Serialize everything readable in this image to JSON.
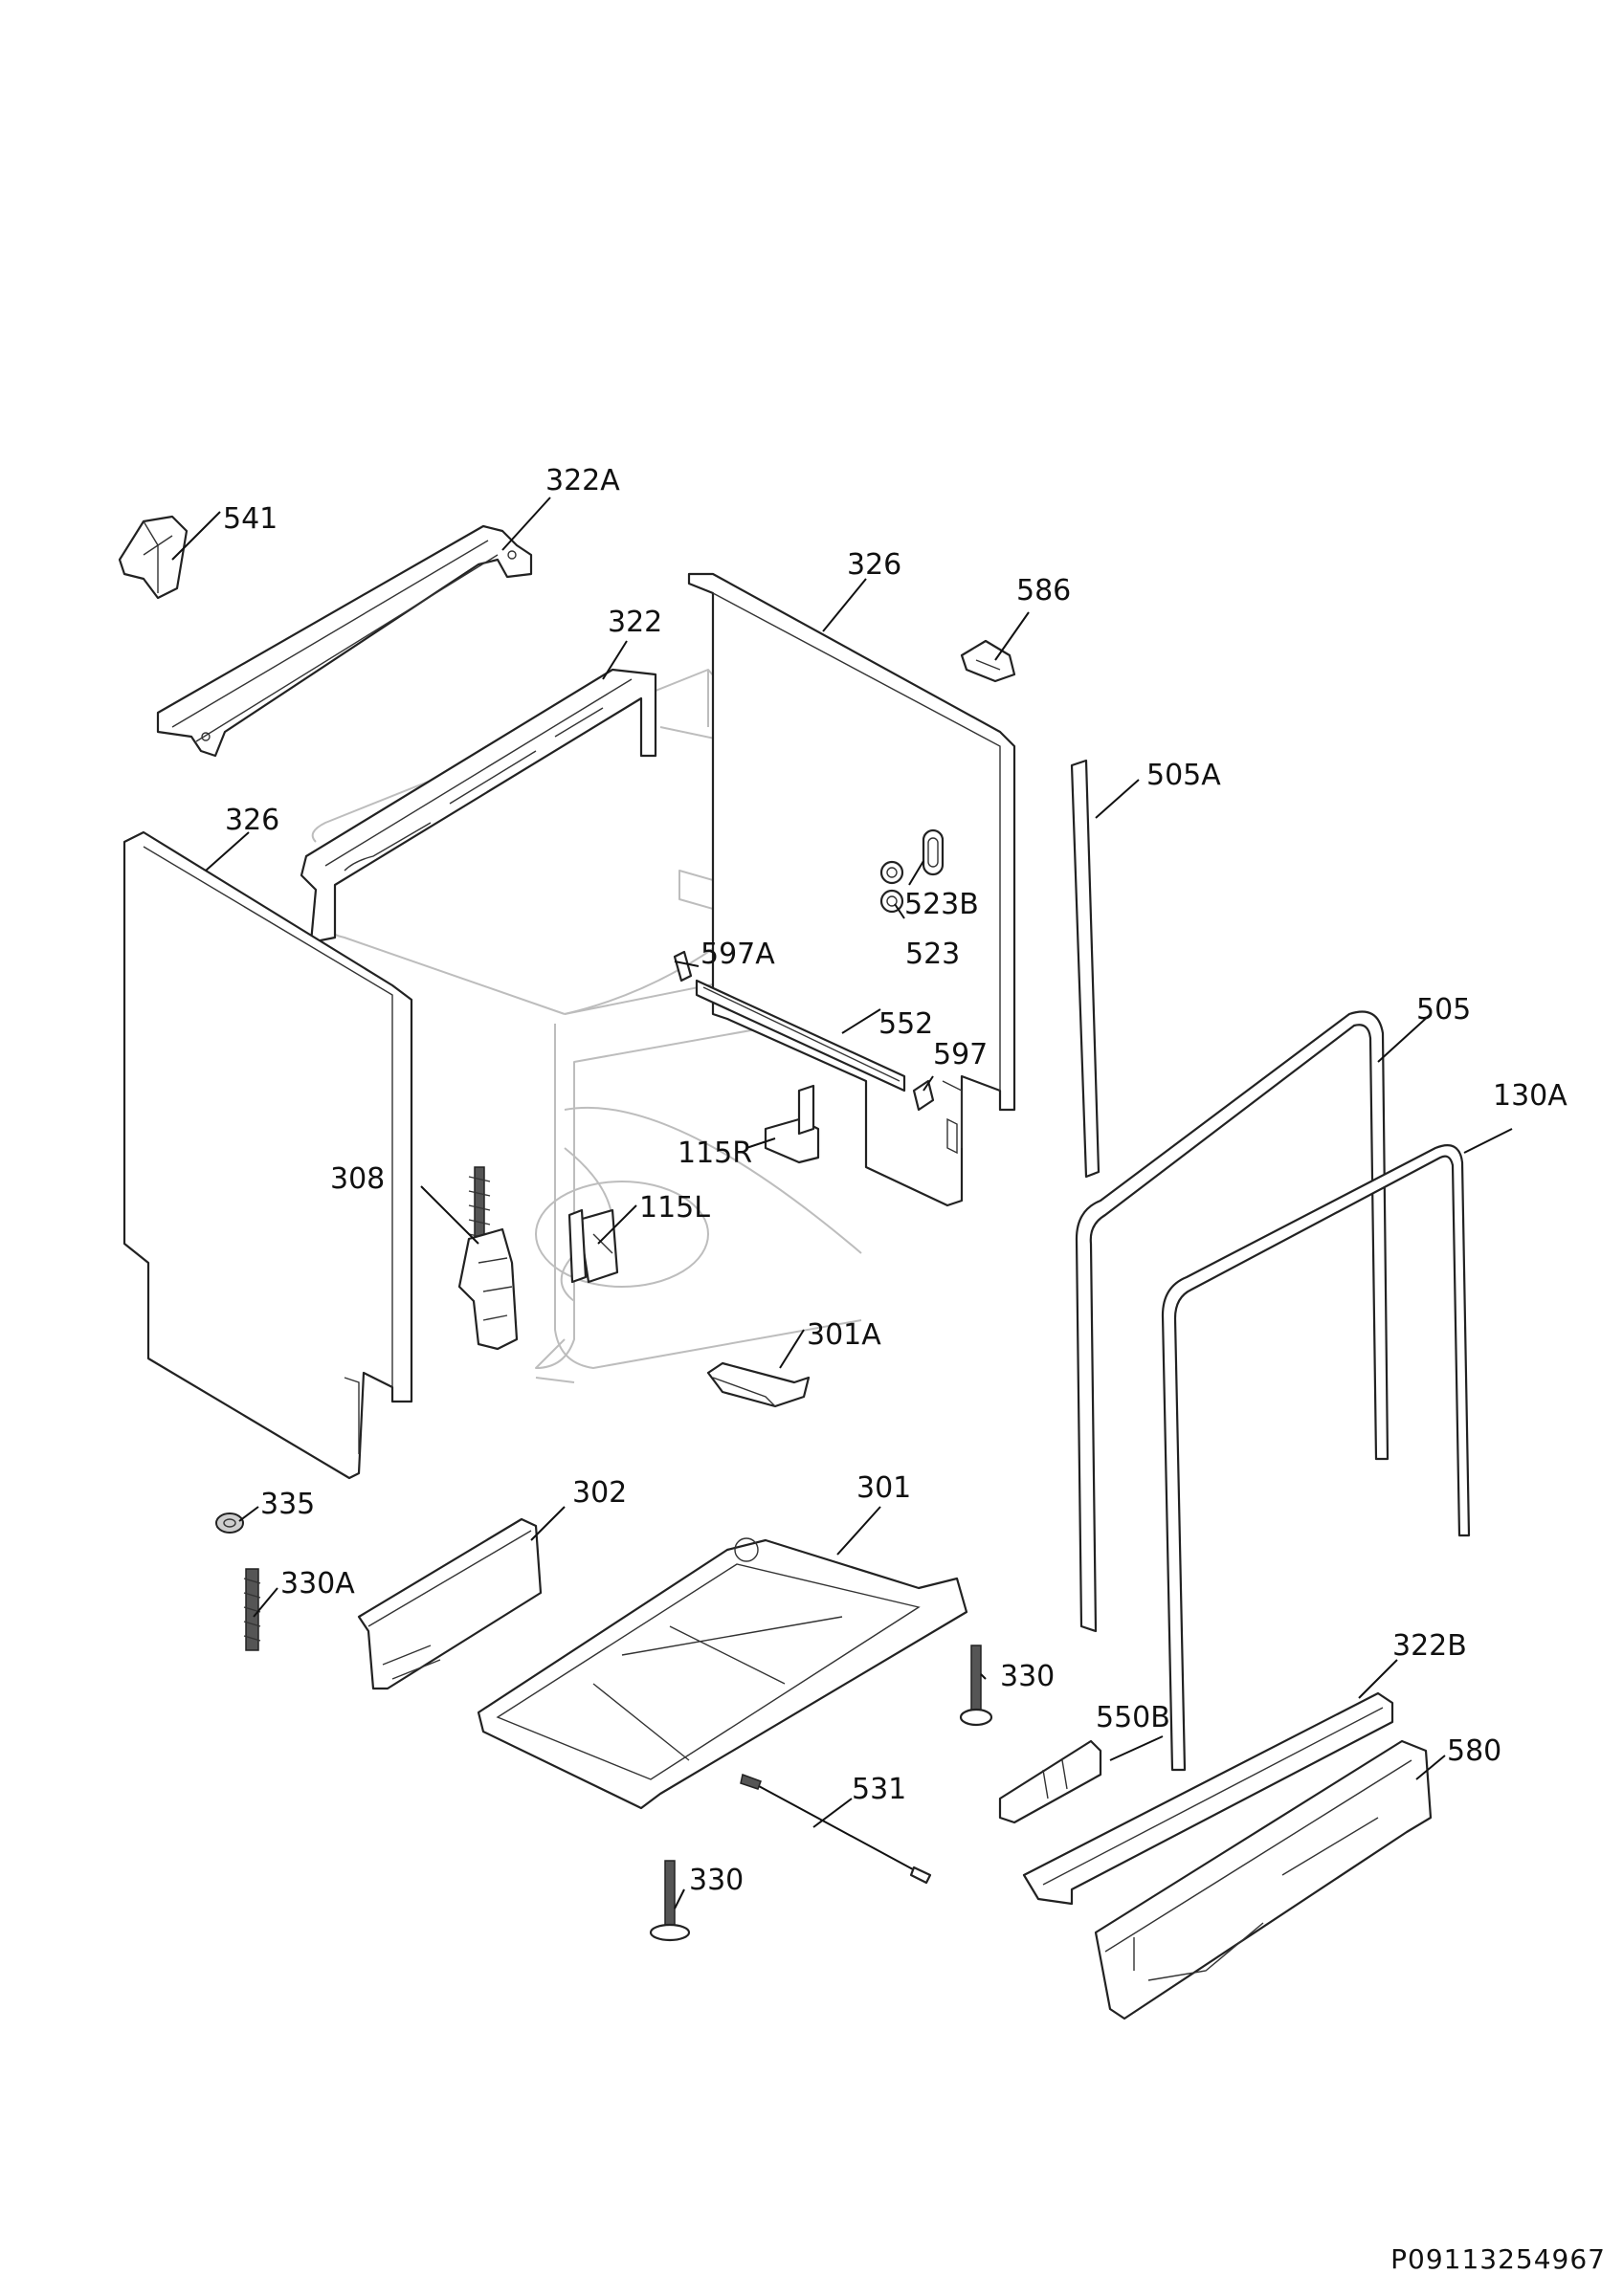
{
  "document_code": "P09113254967",
  "part_labels": {
    "p541": "541",
    "p322A": "322A",
    "p326_back": "326",
    "p586": "586",
    "p322": "322",
    "p505A": "505A",
    "p326_side": "326",
    "p523B": "523B",
    "p523": "523",
    "p597A": "597A",
    "p552": "552",
    "p505": "505",
    "p597": "597",
    "p130A": "130A",
    "p115R": "115R",
    "p308": "308",
    "p115L": "115L",
    "p301A": "301A",
    "p335": "335",
    "p302": "302",
    "p301": "301",
    "p330A": "330A",
    "p330_right": "330",
    "p322B": "322B",
    "p550B": "550B",
    "p580": "580",
    "p531": "531",
    "p330_bottom": "330"
  }
}
